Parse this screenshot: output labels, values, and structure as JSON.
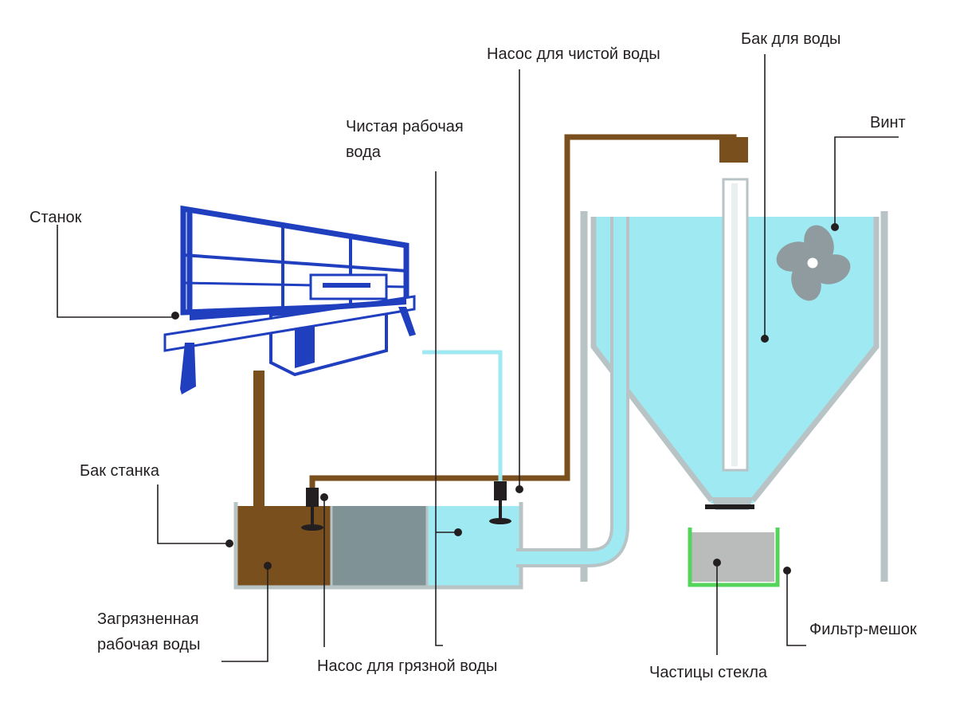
{
  "labels": {
    "machine": "Станок",
    "machine_tank": "Бак станка",
    "dirty_water_line1": "Загрязненная",
    "dirty_water_line2": "рабочая воды",
    "dirty_pump": "Насос для грязной воды",
    "clean_water_line1": "Чистая рабочая",
    "clean_water_line2": "вода",
    "clean_pump": "Насос для чистой воды",
    "water_tank": "Бак для воды",
    "propeller": "Винт",
    "filter_bag": "Фильтр-мешок",
    "glass_particles": "Частицы стекла"
  },
  "colors": {
    "machine_blue": "#1f3fbf",
    "dirty_brown": "#7a4f1e",
    "clean_cyan": "#9ee9f2",
    "grey_compartment": "#7f9296",
    "tank_outline": "#b8c3c6",
    "filter_green": "#54d45a",
    "filter_grey": "#b9bcbb"
  }
}
